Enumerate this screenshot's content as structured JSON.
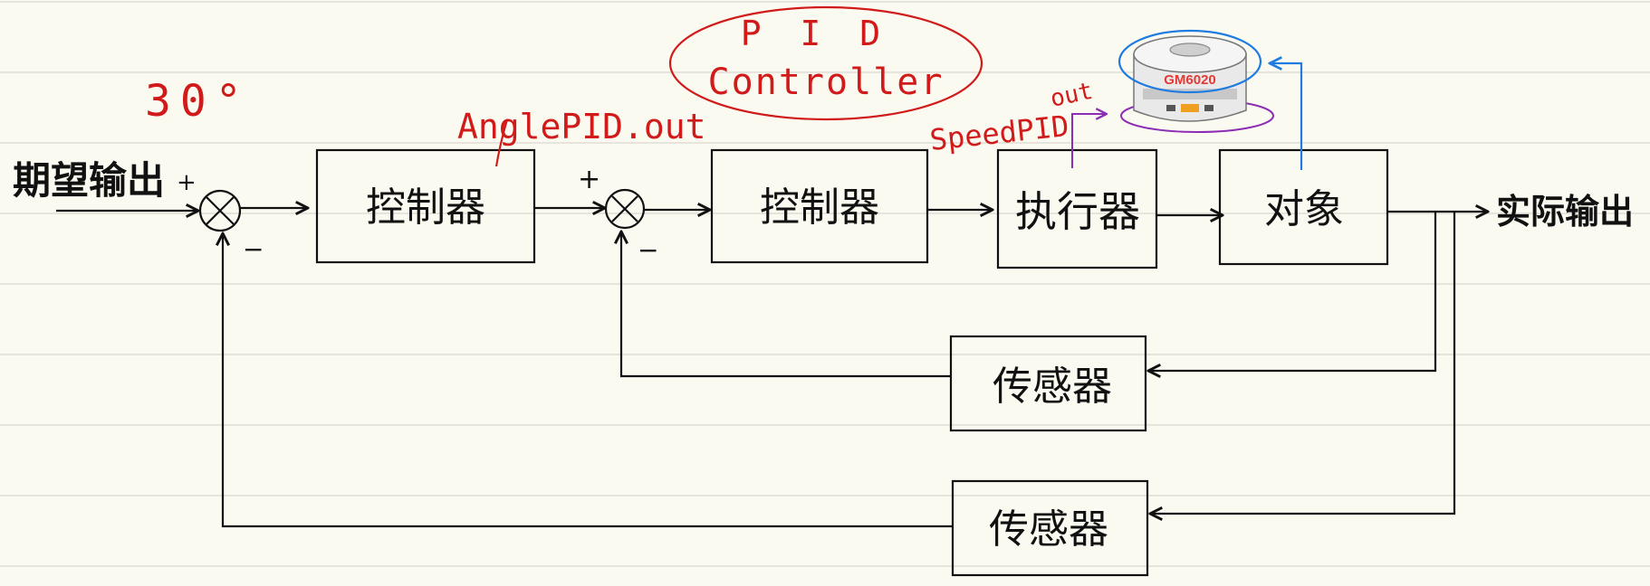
{
  "colors": {
    "paper": "#fbfaf1",
    "rule_lines": "#d9d7cf",
    "ink": "#111111",
    "annotation_red": "#d11b1b",
    "annotation_purple": "#8b2db5",
    "annotation_blue": "#1e7be0",
    "motor_label": "#e53935"
  },
  "labels": {
    "desired_output": "期望输出",
    "actual_output": "实际输出",
    "outer_controller": "控制器",
    "inner_controller": "控制器",
    "actuator": "执行器",
    "plant": "对象",
    "inner_sensor": "传感器",
    "outer_sensor": "传感器",
    "plus": "+",
    "minus": "−"
  },
  "annotations": {
    "pid_title_line1": "P I D",
    "pid_title_line2": "Controller",
    "setpoint_angle": "30°",
    "angle_pid_out": "AnglePID.out",
    "speed_pid_out_main": "SpeedPID",
    "speed_pid_out_sub": "out",
    "motor_model": "GM6020"
  },
  "icons": {
    "summing_junction": "circle-x-icon",
    "arrow": "arrowhead-icon",
    "motor": "gm6020-motor-icon"
  }
}
